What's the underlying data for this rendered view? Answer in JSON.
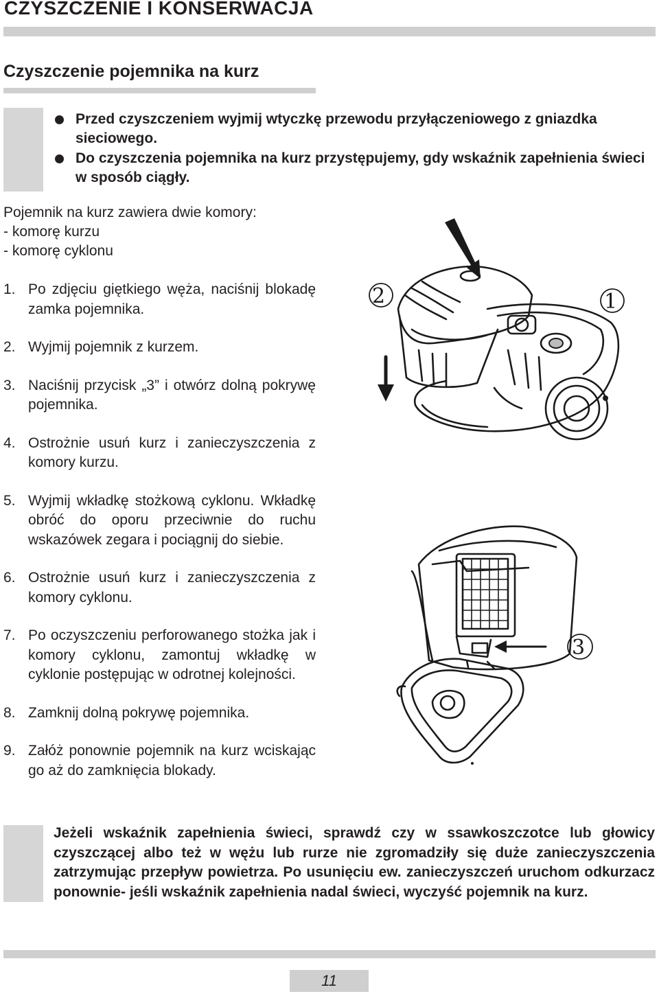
{
  "header": {
    "title": "CZYSZCZENIE I KONSERWACJA",
    "subtitle": "Czyszczenie pojemnika na kurz"
  },
  "warnings": [
    "Przed czyszczeniem  wyjmij wtyczkę przewodu przyłączeniowego z gniazdka sieciowego.",
    "Do czyszczenia pojemnika na kurz przystępujemy, gdy wskaźnik zapełnienia świeci w sposób ciągły."
  ],
  "intro": {
    "line1": "Pojemnik na kurz zawiera dwie komory:",
    "line2": "- komorę kurzu",
    "line3": "- komorę cyklonu"
  },
  "steps": [
    {
      "num": "1.",
      "text": "Po zdjęciu giętkiego węża, naciśnij blokadę zamka pojemnika."
    },
    {
      "num": "2.",
      "text": "Wyjmij pojemnik z kurzem."
    },
    {
      "num": "3.",
      "text": "Naciśnij przycisk „3” i otwórz dolną pokrywę pojemnika."
    },
    {
      "num": "4.",
      "text": "Ostrożnie usuń kurz i zanieczyszczenia z komory kurzu."
    },
    {
      "num": "5.",
      "text": "Wyjmij wkładkę stożkową cyklonu. Wkładkę obróć do oporu przeciwnie do ruchu wskazówek zegara i pociągnij do siebie."
    },
    {
      "num": "6.",
      "text": "Ostrożnie usuń kurz i zanieczyszczenia z komory cyklonu."
    },
    {
      "num": "7.",
      "text": "Po oczyszczeniu perforowanego stożka jak i komory cyklonu, zamontuj wkładkę w cyklonie postępując w odrotnej kolejności."
    },
    {
      "num": "8.",
      "text": "Zamknij dolną pokrywę pojemnika."
    },
    {
      "num": "9.",
      "text": "Załóż ponownie pojemnik na kurz wciskając go aż do zamknięcia blokady."
    }
  ],
  "figures": {
    "label_1": "①",
    "label_2": "②",
    "label_3": "③"
  },
  "note": "Jeżeli wskaźnik zapełnienia świeci, sprawdź czy w ssawkoszczotce lub głowicy czyszczącej albo też w wężu lub rurze nie zgromadziły się duże zanieczyszczenia zatrzymując przepływ powietrza. Po usunięciu ew. zanieczyszczeń uruchom odkurzacz ponownie- jeśli wskaźnik zapełnienia nadal świeci, wyczyść pojemnik na kurz.",
  "footer": {
    "page_number": "11"
  }
}
